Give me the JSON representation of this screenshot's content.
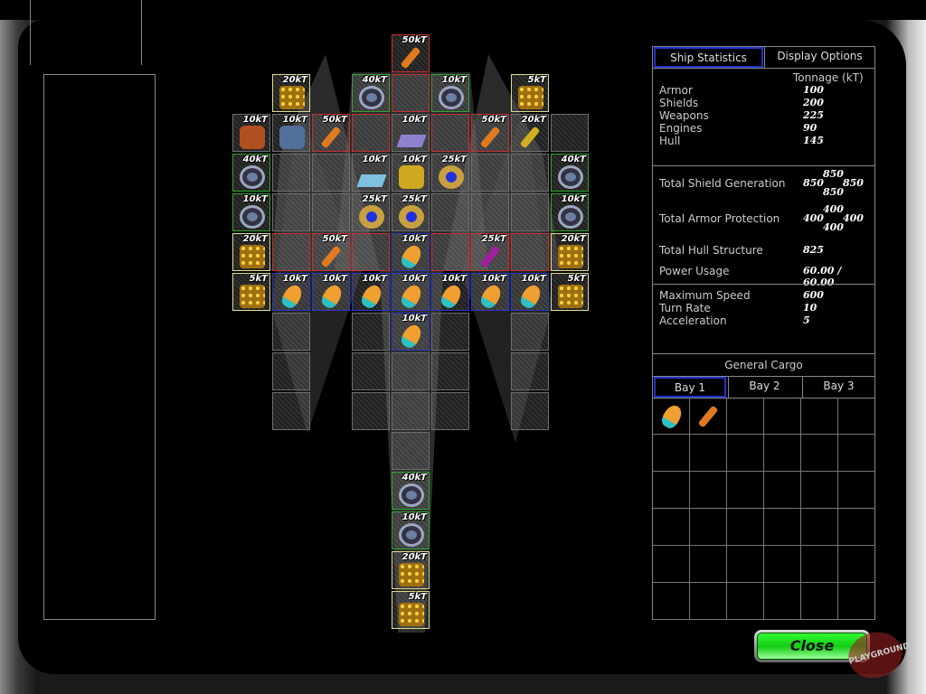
{
  "slot_colors": {
    "W": "#c83030",
    "S": "#30a830",
    "A": "#e0dc90",
    "E": "#2838c8",
    "G": "#6e6e6e"
  },
  "item_colors": {
    "missile": "#e07a20",
    "shield-generator": "#6c7fa0",
    "armor-plate": "#f0b020",
    "engine": "#e09a30",
    "sensor": "#b05020",
    "solar-panel": "#50709a",
    "computer": "#9080d0",
    "cannon": "#d0b020",
    "scanner": "#80c0e0",
    "reactor": "#d0a820",
    "mine": "#c8a040",
    "torpedo": "#a020a0"
  },
  "ship_grid": [
    [
      null,
      null,
      null,
      null,
      {
        "s": "W",
        "i": "missile",
        "t": "50kT"
      },
      null,
      null,
      null,
      null
    ],
    [
      null,
      {
        "s": "A",
        "i": "armor-plate",
        "t": "20kT"
      },
      null,
      {
        "s": "S",
        "i": "shield-generator",
        "t": "40kT"
      },
      {
        "s": "W"
      },
      {
        "s": "S",
        "i": "shield-generator",
        "t": "10kT"
      },
      null,
      {
        "s": "A",
        "i": "armor-plate",
        "t": "5kT"
      },
      null
    ],
    [
      {
        "s": "G",
        "i": "sensor",
        "t": "10kT"
      },
      {
        "s": "G",
        "i": "solar-panel",
        "t": "10kT"
      },
      {
        "s": "W",
        "i": "missile",
        "t": "50kT"
      },
      {
        "s": "W"
      },
      {
        "s": "G",
        "i": "computer",
        "t": "10kT"
      },
      {
        "s": "W"
      },
      {
        "s": "W",
        "i": "missile",
        "t": "50kT"
      },
      {
        "s": "G",
        "i": "cannon",
        "t": "20kT"
      },
      {
        "s": "G"
      }
    ],
    [
      {
        "s": "S",
        "i": "shield-generator",
        "t": "40kT"
      },
      {
        "s": "G"
      },
      {
        "s": "G"
      },
      {
        "s": "G",
        "i": "scanner",
        "t": "10kT"
      },
      {
        "s": "G",
        "i": "reactor",
        "t": "10kT"
      },
      {
        "s": "G",
        "i": "mine",
        "t": "25kT"
      },
      {
        "s": "G"
      },
      {
        "s": "G"
      },
      {
        "s": "S",
        "i": "shield-generator",
        "t": "40kT"
      }
    ],
    [
      {
        "s": "S",
        "i": "shield-generator",
        "t": "10kT"
      },
      {
        "s": "G"
      },
      {
        "s": "G"
      },
      {
        "s": "G",
        "i": "mine",
        "t": "25kT"
      },
      {
        "s": "G",
        "i": "mine",
        "t": "25kT"
      },
      {
        "s": "G"
      },
      {
        "s": "G"
      },
      {
        "s": "G"
      },
      {
        "s": "S",
        "i": "shield-generator",
        "t": "10kT"
      }
    ],
    [
      {
        "s": "A",
        "i": "armor-plate",
        "t": "20kT"
      },
      {
        "s": "W"
      },
      {
        "s": "W",
        "i": "missile",
        "t": "50kT"
      },
      {
        "s": "W"
      },
      {
        "s": "E",
        "i": "engine",
        "t": "10kT"
      },
      {
        "s": "W"
      },
      {
        "s": "W",
        "i": "torpedo",
        "t": "25kT"
      },
      {
        "s": "W"
      },
      {
        "s": "A",
        "i": "armor-plate",
        "t": "20kT"
      }
    ],
    [
      {
        "s": "A",
        "i": "armor-plate",
        "t": "5kT"
      },
      {
        "s": "E",
        "i": "engine",
        "t": "10kT"
      },
      {
        "s": "E",
        "i": "engine",
        "t": "10kT"
      },
      {
        "s": "E",
        "i": "engine",
        "t": "10kT"
      },
      {
        "s": "E",
        "i": "engine",
        "t": "10kT"
      },
      {
        "s": "E",
        "i": "engine",
        "t": "10kT"
      },
      {
        "s": "E",
        "i": "engine",
        "t": "10kT"
      },
      {
        "s": "E",
        "i": "engine",
        "t": "10kT"
      },
      {
        "s": "A",
        "i": "armor-plate",
        "t": "5kT"
      }
    ],
    [
      null,
      {
        "s": "G"
      },
      null,
      {
        "s": "G"
      },
      {
        "s": "E",
        "i": "engine",
        "t": "10kT"
      },
      {
        "s": "G"
      },
      null,
      {
        "s": "G"
      },
      null
    ],
    [
      null,
      {
        "s": "G"
      },
      null,
      {
        "s": "G"
      },
      {
        "s": "G"
      },
      {
        "s": "G"
      },
      null,
      {
        "s": "G"
      },
      null
    ],
    [
      null,
      {
        "s": "G"
      },
      null,
      {
        "s": "G"
      },
      {
        "s": "G"
      },
      {
        "s": "G"
      },
      null,
      {
        "s": "G"
      },
      null
    ],
    [
      null,
      null,
      null,
      null,
      {
        "s": "G"
      },
      null,
      null,
      null,
      null
    ],
    [
      null,
      null,
      null,
      null,
      {
        "s": "S",
        "i": "shield-generator",
        "t": "40kT"
      },
      null,
      null,
      null,
      null
    ],
    [
      null,
      null,
      null,
      null,
      {
        "s": "S",
        "i": "shield-generator",
        "t": "10kT"
      },
      null,
      null,
      null,
      null
    ],
    [
      null,
      null,
      null,
      null,
      {
        "s": "A",
        "i": "armor-plate",
        "t": "20kT"
      },
      null,
      null,
      null,
      null
    ],
    [
      null,
      null,
      null,
      null,
      {
        "s": "A",
        "i": "armor-plate",
        "t": "5kT"
      },
      null,
      null,
      null,
      null
    ]
  ],
  "tabs": {
    "ship_statistics": "Ship Statistics",
    "display_options": "Display Options"
  },
  "tonnage": {
    "header": "Tonnage (kT)",
    "rows": [
      {
        "label": "Armor",
        "value": "100"
      },
      {
        "label": "Shields",
        "value": "200"
      },
      {
        "label": "Weapons",
        "value": "225"
      },
      {
        "label": "Engines",
        "value": "90"
      },
      {
        "label": "Hull",
        "value": "145"
      }
    ]
  },
  "shield": {
    "label": "Total Shield Generation",
    "top": "850",
    "left": "850",
    "right": "850",
    "bottom": "850"
  },
  "armor": {
    "label": "Total Armor Protection",
    "top": "400",
    "left": "400",
    "right": "400",
    "bottom": "400"
  },
  "hull": {
    "label": "Total Hull Structure",
    "value": "825"
  },
  "power": {
    "label": "Power Usage",
    "value": "60.00 / 60.00"
  },
  "movement": [
    {
      "label": "Maximum Speed",
      "value": "600"
    },
    {
      "label": "Turn Rate",
      "value": "10"
    },
    {
      "label": "Acceleration",
      "value": "5"
    }
  ],
  "cargo": {
    "title": "General Cargo",
    "bays": [
      "Bay 1",
      "Bay 2",
      "Bay 3"
    ],
    "active_bay": "Bay 1",
    "items": [
      "engine",
      "missile"
    ]
  },
  "close_label": "Close",
  "watermark": "PLAYGROUND"
}
